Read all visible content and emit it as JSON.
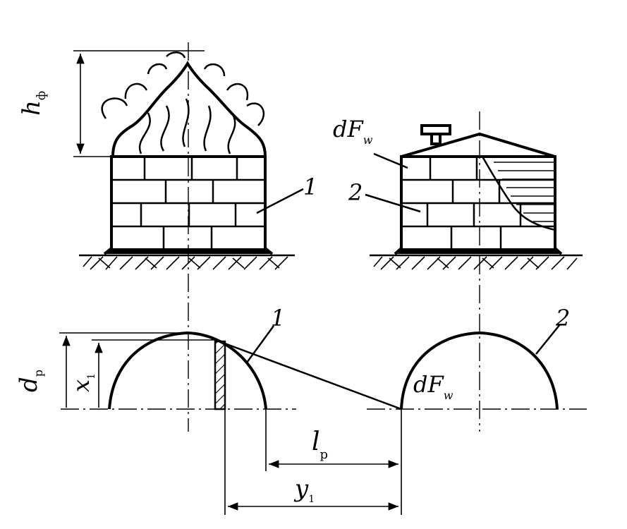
{
  "labels": {
    "h_main": "h",
    "h_sub": "ф",
    "dFw_top_main": "dF",
    "dFw_top_sub": "w",
    "num_1_top": "1",
    "num_2_top": "2",
    "num_1_bottom": "1",
    "num_2_bottom": "2",
    "d_main": "d",
    "d_sub": "p",
    "x_main": "x",
    "x_sub": "1",
    "dFw_bottom_main": "dF",
    "dFw_bottom_sub": "w",
    "l_main": "l",
    "l_sub": "p",
    "y_main": "y",
    "y_sub": "1"
  },
  "colors": {
    "ink": "#000000",
    "paper": "#ffffff"
  }
}
